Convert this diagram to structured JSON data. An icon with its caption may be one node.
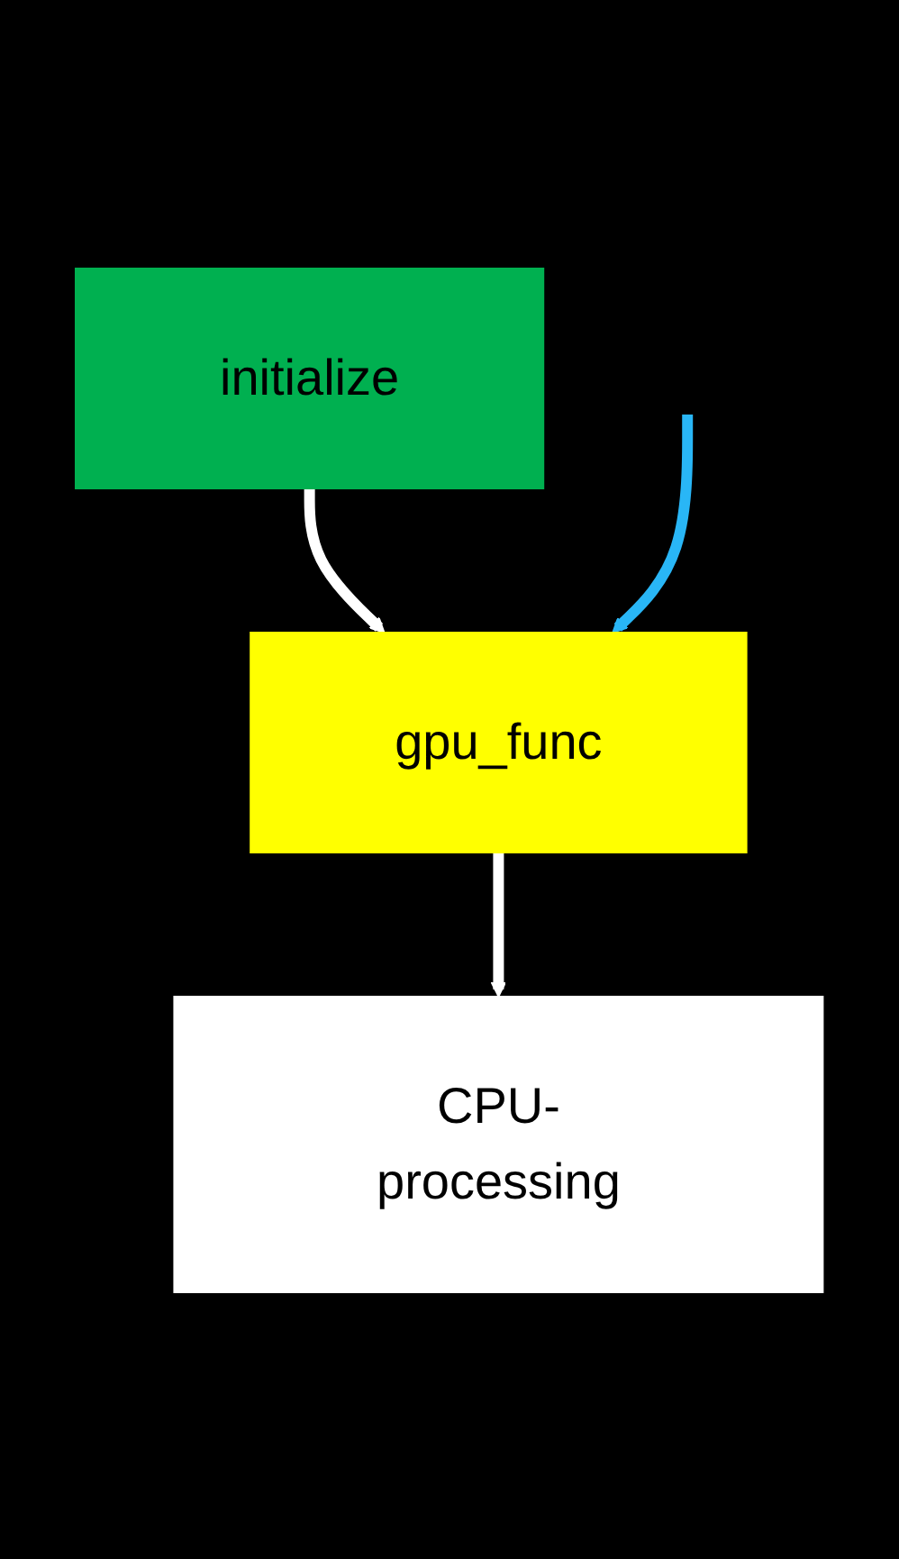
{
  "diagram": {
    "nodes": [
      {
        "text": [
          "initialize"
        ]
      },
      {
        "text": [
          "gpu_func"
        ]
      },
      {
        "text": [
          "CPU-processing"
        ]
      }
    ],
    "edges": [
      {
        "from": 0,
        "to": 1,
        "arrow": "to"
      },
      {
        "from": 1,
        "to": 2,
        "arrow": "to"
      },
      {
        "from": null,
        "to": 1,
        "arrow": "to",
        "color": "#29b6f6"
      }
    ]
  }
}
